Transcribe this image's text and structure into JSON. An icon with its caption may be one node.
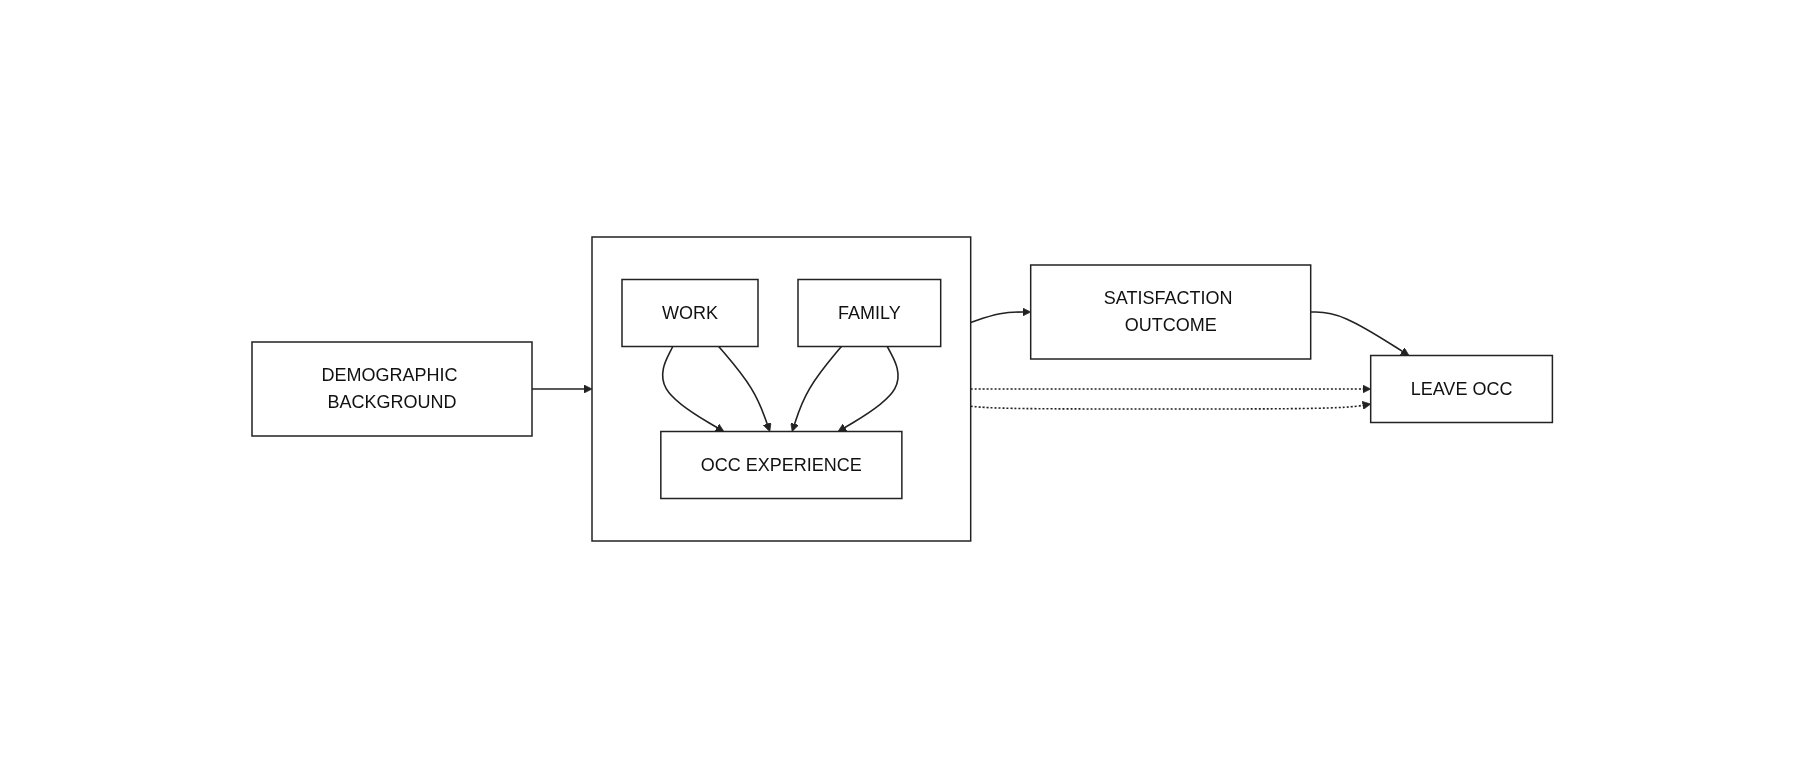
{
  "diagram": {
    "nodes": [
      {
        "text": [
          "DEMOGRAPHIC BACKGROUND"
        ]
      },
      {
        "text": [],
        "shape": "box"
      },
      {
        "text": [
          "WORK"
        ],
        "in": 1
      },
      {
        "text": [
          "OCC EXPERIENCE"
        ],
        "in": 1
      },
      {
        "text": [
          "FAMILY"
        ],
        "in": 1
      },
      {
        "text": [
          "SATISFACTION OUTCOME"
        ]
      },
      {
        "text": [
          "LEAVE OCC"
        ]
      }
    ],
    "edges": [
      {
        "from": 0,
        "to": 1,
        "arrow": "to"
      },
      {
        "from": 2,
        "to": 3,
        "arrow": "to"
      },
      {
        "from": 2,
        "to": 3,
        "arrow": "to"
      },
      {
        "from": 4,
        "to": 3,
        "arrow": "to"
      },
      {
        "from": 4,
        "to": 3,
        "arrow": "to"
      },
      {
        "from": 1,
        "to": 5,
        "arrow": "to"
      },
      {
        "from": 5,
        "to": 6,
        "arrow": "to"
      },
      {
        "from": 1,
        "to": 6,
        "arrow": "to",
        "style": "dashed"
      },
      {
        "from": 1,
        "to": 6,
        "arrow": "to",
        "style": "dashed"
      }
    ]
  }
}
